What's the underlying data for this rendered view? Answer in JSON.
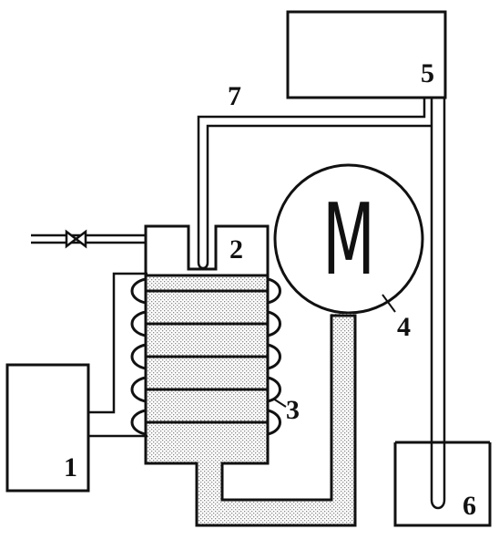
{
  "labels": {
    "l1": "1",
    "l2": "2",
    "l3": "3",
    "l4": "4",
    "l5": "5",
    "l6": "6",
    "l7": "7"
  },
  "motor_symbol": "M",
  "colors": {
    "line": "#111111",
    "stipple": "#8a8a8a",
    "background": "#ffffff"
  }
}
